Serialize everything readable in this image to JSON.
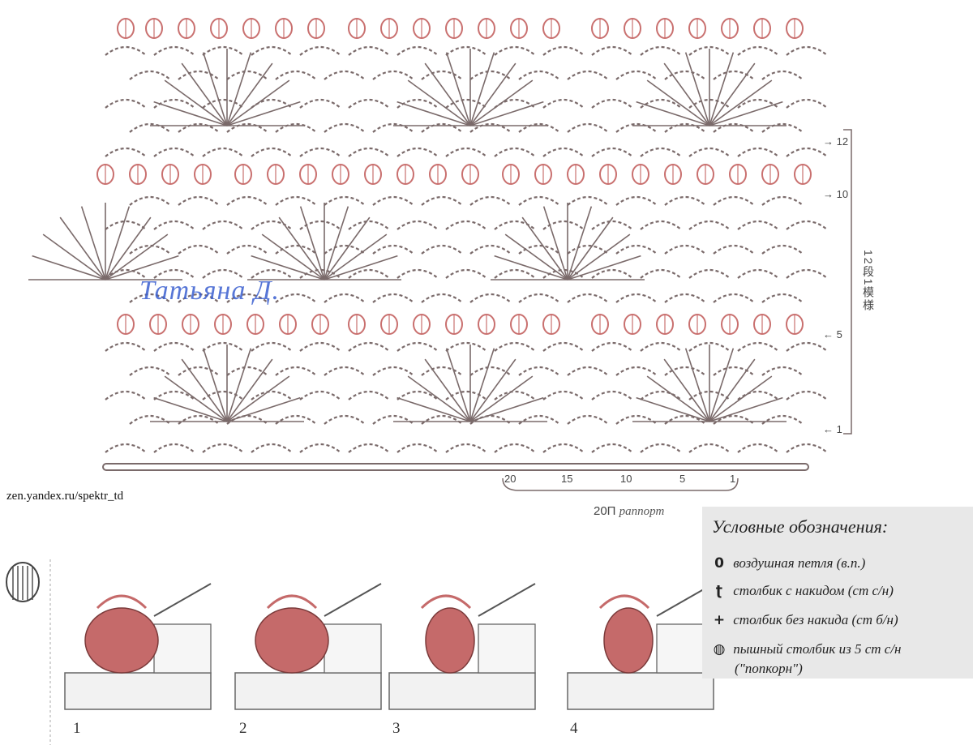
{
  "source_caption": "zen.yandex.ru/spektr_td",
  "watermark": "Татьяна Д.",
  "row_markers": [
    "12",
    "10",
    "5",
    "1"
  ],
  "repeat_label": "12段1模様",
  "stitch_numbers": [
    "20",
    "15",
    "10",
    "5",
    "1"
  ],
  "rapport": {
    "count": "20П",
    "word": "раппорт"
  },
  "legend": {
    "title": "Условные обозначения:",
    "items": [
      {
        "icon": "chain-loop-icon",
        "text": "воздушная петля (в.п.)"
      },
      {
        "icon": "double-crochet-icon",
        "text": "столбик с накидом (ст с/н)"
      },
      {
        "icon": "single-crochet-icon",
        "text": "столбик без накида (ст б/н)"
      },
      {
        "icon": "popcorn-stitch-icon",
        "text": "пышный столбик из 5 ст с/н",
        "text2": "(\"попкорн\")"
      }
    ]
  },
  "steps": [
    "1",
    "2",
    "3",
    "4"
  ],
  "colors": {
    "ink": "#7a6a6a",
    "popcorn": "#c9706f",
    "yarn": "#c56a6a",
    "legend_bg": "#e8e8e8",
    "watermark": "#3a5fd0"
  }
}
